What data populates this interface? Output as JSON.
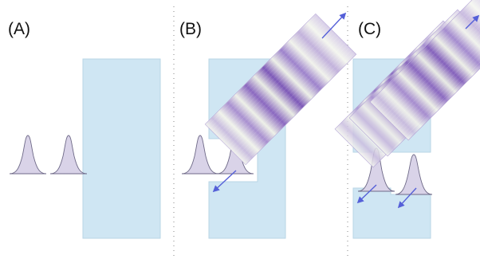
{
  "panels": [
    {
      "label": "(A)"
    },
    {
      "label": "(B)"
    },
    {
      "label": "(C)"
    }
  ],
  "colors": {
    "block": "#cfe6f3",
    "block_stroke": "#b9d6e6",
    "pulse": "#d9d3e8",
    "pulse_stroke": "#6f6a88",
    "arrow": "#5560d8",
    "separator": "#9a9a9a",
    "beam_light": "#f5f7f0",
    "beam_dark": "#7a55b5"
  },
  "icons": {
    "pulse": "gaussian-pulse-shape",
    "beam": "striped-wave-packet",
    "arrow": "direction-arrow"
  }
}
